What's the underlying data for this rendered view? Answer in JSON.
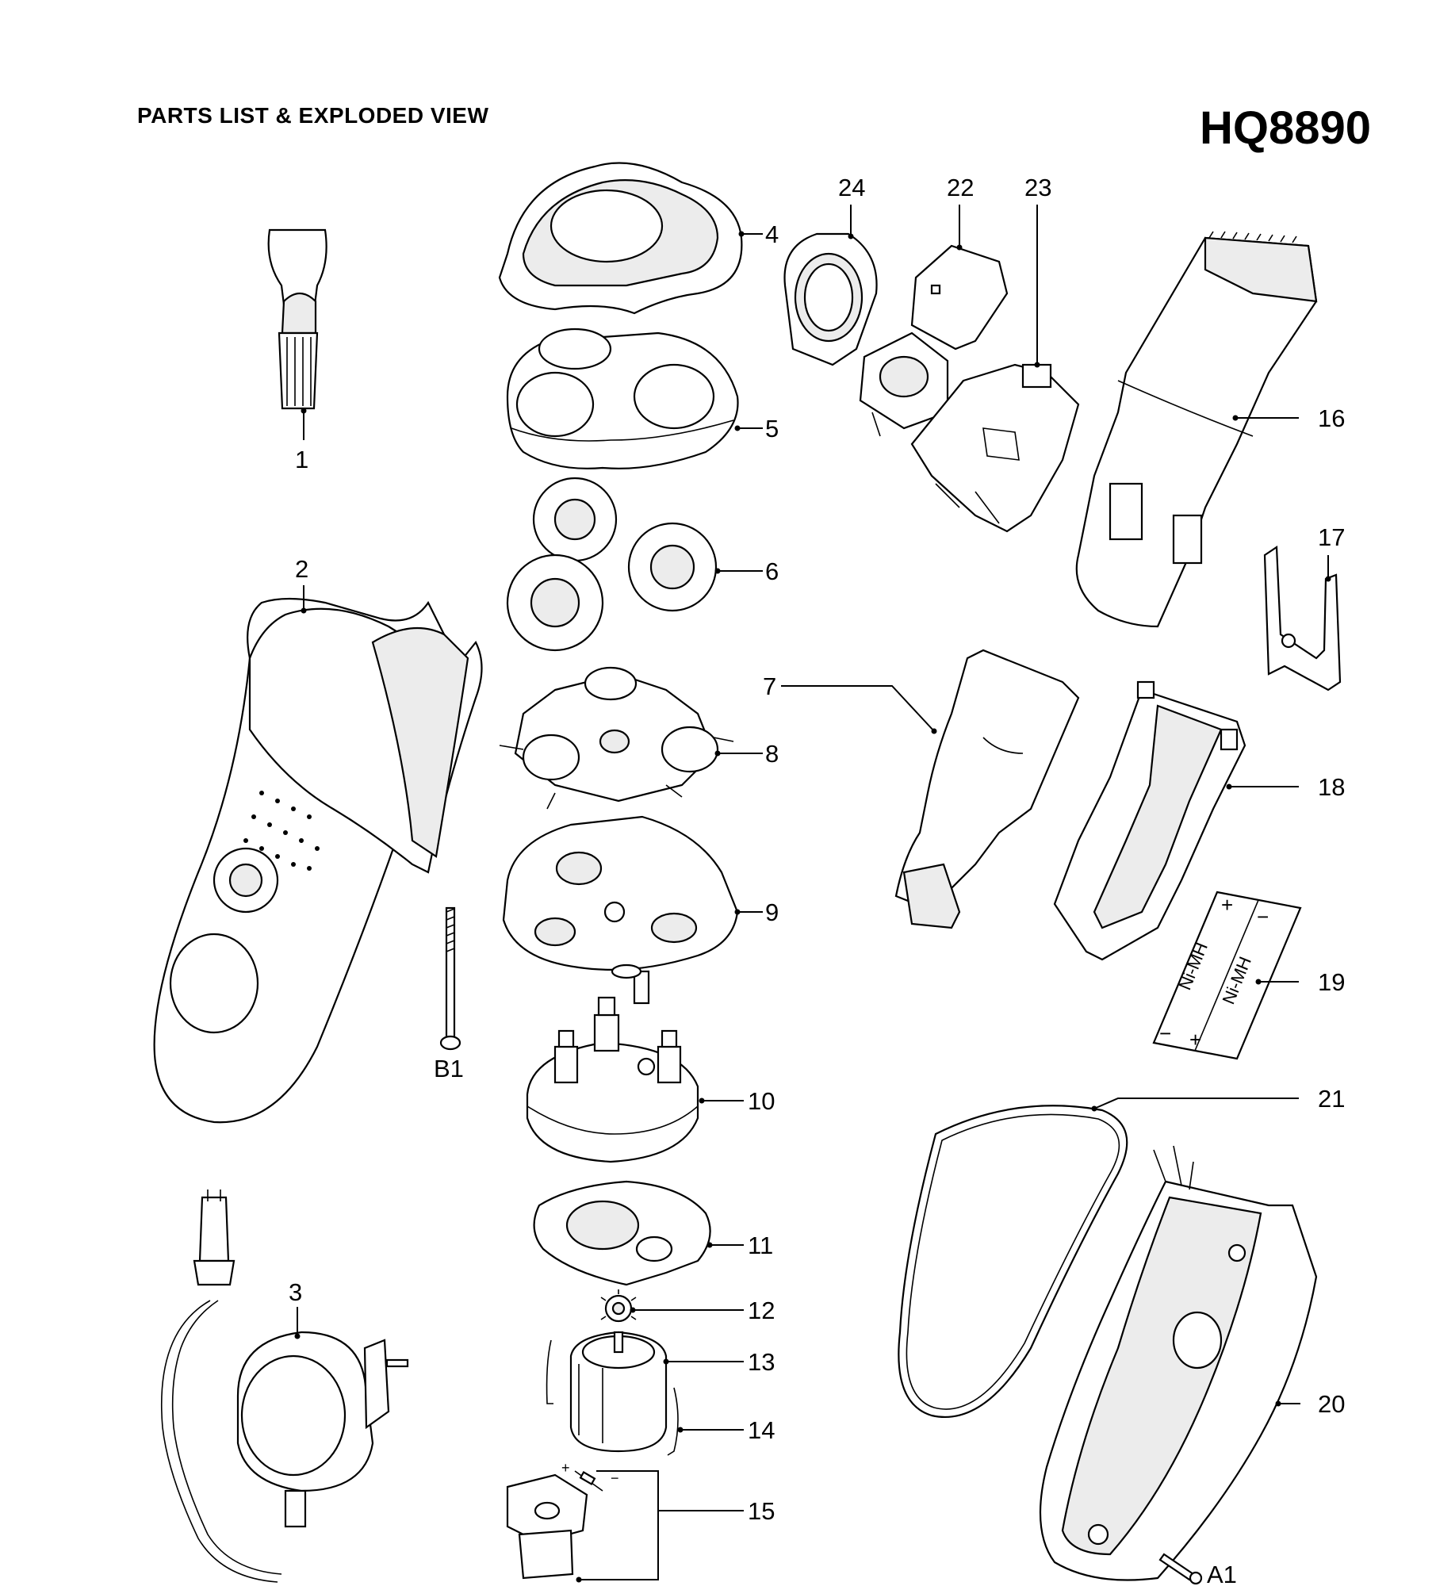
{
  "header": {
    "title": "PARTS LIST & EXPLODED VIEW",
    "model": "HQ8890"
  },
  "callouts": {
    "p1": "1",
    "p2": "2",
    "p3": "3",
    "p4": "4",
    "p5": "5",
    "p6": "6",
    "p7": "7",
    "p8": "8",
    "p9": "9",
    "p10": "10",
    "p11": "11",
    "p12": "12",
    "p13": "13",
    "p14": "14",
    "p15": "15",
    "p16": "16",
    "p17": "17",
    "p18": "18",
    "p19": "19",
    "p20": "20",
    "p21": "21",
    "p22": "22",
    "p23": "23",
    "p24": "24",
    "a1": "A1",
    "b1": "B1"
  },
  "battery_labels": {
    "chemistry": "Ni-MH",
    "plus": "+",
    "minus": "−"
  },
  "polarity": {
    "plus": "+",
    "minus": "−"
  }
}
